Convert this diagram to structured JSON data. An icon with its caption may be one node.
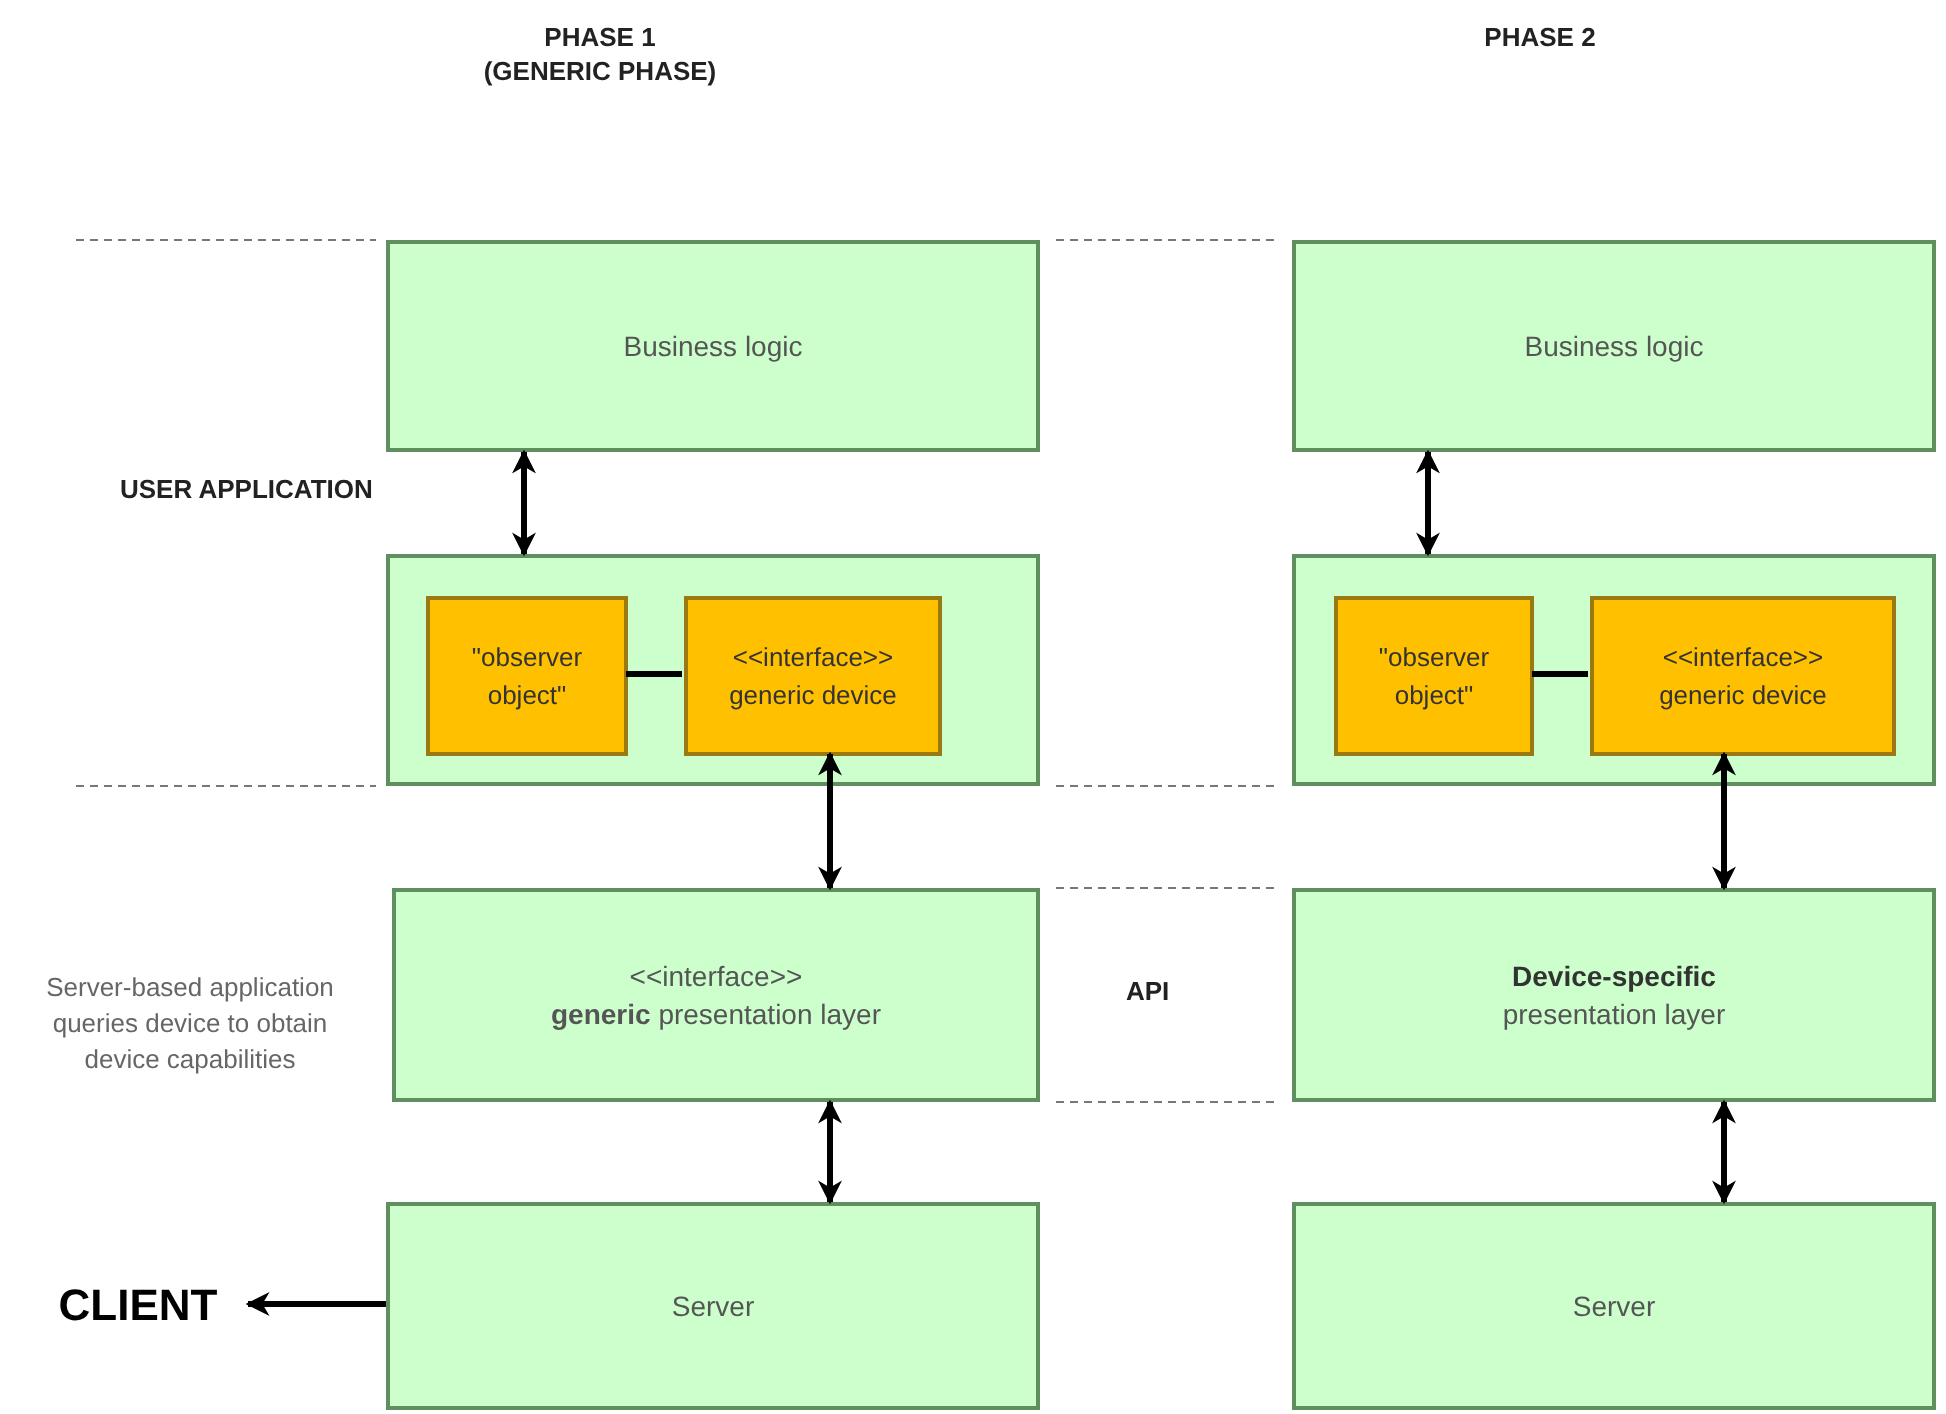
{
  "diagram": {
    "nodes": [
      {
        "text": [
          "Business logic"
        ]
      },
      {
        "text": [],
        "shape": "box"
      },
      {
        "text": [
          "\"observer object\""
        ],
        "in": 1
      },
      {
        "text": [
          "<<interface>>",
          "generic device"
        ],
        "in": 1
      },
      {
        "text": [
          "<<interface>>",
          "**generic** presentation layer"
        ]
      },
      {
        "text": [
          "Server"
        ]
      },
      {
        "text": [
          "Business logic"
        ]
      },
      {
        "text": [],
        "shape": "box"
      },
      {
        "text": [
          "\"observer object\""
        ],
        "in": 7
      },
      {
        "text": [
          "<<interface>>",
          "generic device"
        ],
        "in": 7
      },
      {
        "text": [
          "Device-specific",
          "presentation layer"
        ]
      },
      {
        "text": [
          "Server"
        ]
      },
      {
        "text": [
          "CLIENT"
        ]
      }
    ],
    "edges": [
      {
        "from": 0,
        "to": 1,
        "arrow": "both"
      },
      {
        "from": 2,
        "to": 3,
        "arrow": "none"
      },
      {
        "from": 3,
        "to": 4,
        "arrow": "both"
      },
      {
        "from": 4,
        "to": 5,
        "arrow": "both"
      },
      {
        "from": 5,
        "to": 12,
        "arrow": "to"
      },
      {
        "from": 6,
        "to": 7,
        "arrow": "both"
      },
      {
        "from": 8,
        "to": 9,
        "arrow": "none"
      },
      {
        "from": 9,
        "to": 10,
        "arrow": "both"
      },
      {
        "from": 10,
        "to": 11,
        "arrow": "both"
      }
    ],
    "labels": [
      "PHASE 1 (GENERIC PHASE)",
      "PHASE 2",
      "USER APPLICATION",
      "API",
      "Server-based application queries device to obtain device capabilities"
    ]
  }
}
